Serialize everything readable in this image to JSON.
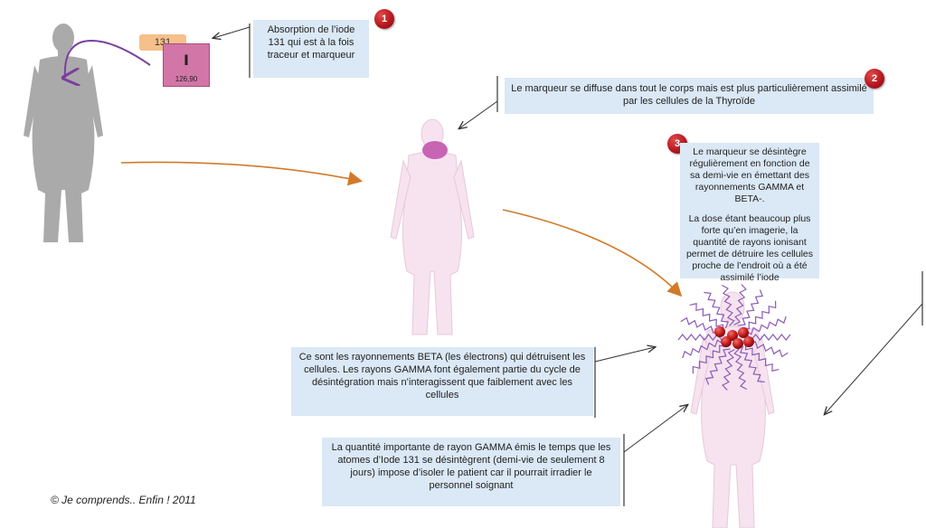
{
  "element": {
    "mass_number": "131",
    "symbol": "I",
    "atomic_mass": "126,90"
  },
  "steps": [
    {
      "number": "1",
      "text": "Absorption de l’iode 131 qui est à la fois traceur et marqueur"
    },
    {
      "number": "2",
      "text": "Le marqueur se diffuse dans tout le corps mais est plus particulièrement assimilé par les cellules de la Thyroïde"
    },
    {
      "number": "3",
      "text": "Le marqueur se désintègre régulièrement en fonction de sa demi-vie en émettant des rayonnements GAMMA et BETA-.",
      "text2": "La dose étant beaucoup plus forte qu’en imagerie, la quantité de rayons ionisant permet de détruire les cellules proche de l’endroit où a été assimilé l’iode"
    }
  ],
  "notes": {
    "beta": "Ce sont les rayonnements BETA (les électrons) qui détruisent les cellules. Les rayons GAMMA font également partie du cycle de désintégration mais n’interagissent que faiblement avec les cellules",
    "gamma": "La quantité importante de rayon GAMMA émis le temps que les atomes d’Iode 131 se désintègrent (demi-vie de seulement 8 jours) impose d’isoler le patient car il pourrait irradier le personnel soignant"
  },
  "copyright": "© Je comprends.. Enfin ! 2011",
  "colors": {
    "silhouette_gray": "#aaaaaa",
    "silhouette_pink": "#f6e3ef",
    "thyroid": "#c864b4",
    "flow_arrow": "#d27a28",
    "intake_arrow": "#7b3fa0",
    "note_bg": "#dbe8f5",
    "badge": "#b3141c",
    "radiation": "#8a5ab8",
    "atom": "#c81e1e"
  }
}
